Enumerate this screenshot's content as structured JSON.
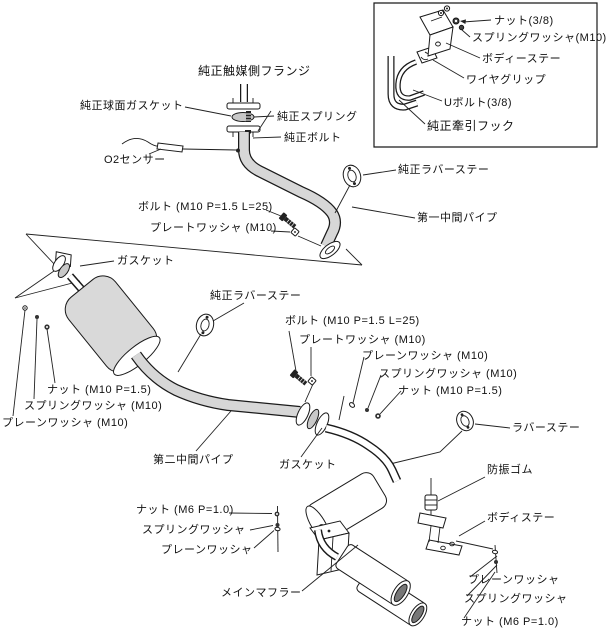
{
  "diagram": {
    "title_implicit": "exhaust-system-installation-exploded-diagram",
    "inset": {
      "nut": "ナット(3/8)",
      "spring_washer": "スプリングワッシャ(M10)",
      "body_stay": "ボディーステー",
      "wire_grip": "ワイヤグリップ",
      "u_bolt": "Uボルト(3/8)",
      "tow_hook": "純正牽引フック"
    },
    "section1": {
      "catalyst_flange": "純正触媒側フランジ",
      "spherical_gasket": "純正球面ガスケット",
      "oem_spring": "純正スプリング",
      "oem_bolt": "純正ボルト",
      "o2_sensor": "O2センサー",
      "oem_rubber_stay": "純正ラバーステー",
      "first_pipe": "第一中間パイプ",
      "bolt_m10": "ボルト (M10 P=1.5 L=25)",
      "plate_washer_m10": "プレートワッシャ (M10)",
      "gasket": "ガスケット"
    },
    "section2": {
      "oem_rubber_stay": "純正ラバーステー",
      "nut_m10": "ナット (M10 P=1.5)",
      "spring_washer_m10": "スプリングワッシャ (M10)",
      "plain_washer_m10": "プレーンワッシャ (M10)",
      "second_pipe": "第二中間パイプ",
      "bolt_m10": "ボルト (M10 P=1.5 L=25)",
      "plate_washer_m10": "プレートワッシャ (M10)",
      "plain_washer_m10_b": "プレーンワッシャ (M10)",
      "spring_washer_m10_b": "スプリングワッシャ (M10)",
      "nut_m10_b": "ナット (M10 P=1.5)",
      "rubber_stay": "ラバーステー",
      "gasket": "ガスケット"
    },
    "section3": {
      "vibration_rubber": "防振ゴム",
      "body_stay": "ボディステー",
      "nut_m6": "ナット (M6 P=1.0)",
      "spring_washer": "スプリングワッシャ",
      "plain_washer": "プレーンワッシャ",
      "main_muffler": "メインマフラー",
      "plain_washer_b": "プレーンワッシャ",
      "spring_washer_b": "スプリングワッシャ",
      "nut_m6_b": "ナット (M6 P=1.0)"
    },
    "colors": {
      "line": "#1a1a1a",
      "pipe_fill": "#d7d7d7",
      "background": "#ffffff"
    }
  }
}
